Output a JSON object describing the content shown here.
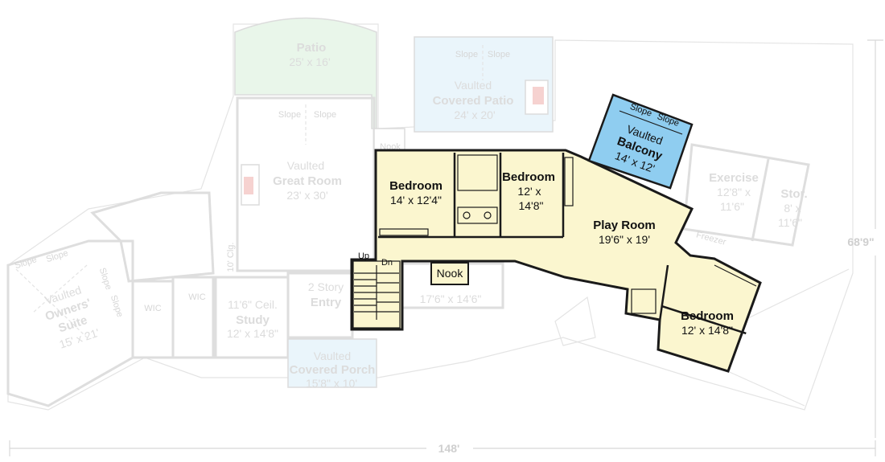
{
  "colors": {
    "upper_floor_fill": "#fbf6cf",
    "balcony_fill": "#8fcdf0",
    "ghost_patio_fill": "#e9f6ea",
    "ghost_covered_fill": "#eaf5fb",
    "wall": "#1a1a1a",
    "ghost_line": "#dddddd"
  },
  "dimensions": {
    "overall_width": "148'",
    "overall_depth": "68'9\""
  },
  "upper_floor": {
    "bedroom_1": {
      "name": "Bedroom",
      "size": "14' x 12'4\""
    },
    "bedroom_2": {
      "name": "Bedroom",
      "size_line1": "12' x",
      "size_line2": "14'8\""
    },
    "bedroom_3": {
      "name": "Bedroom",
      "size": "12' x 14'8\""
    },
    "play_room": {
      "name": "Play Room",
      "size": "19'6\" x 19'"
    },
    "balcony": {
      "line1": "Vaulted",
      "line2": "Balcony",
      "size": "14' x 12'",
      "slope_left": "Slope",
      "slope_right": "Slope"
    },
    "nook": "Nook",
    "stair_up": "Up",
    "stair_down": "Dn",
    "freezer": "Freezer"
  },
  "main_floor": {
    "patio": {
      "name": "Patio",
      "size": "25' x 16'"
    },
    "covered_patio": {
      "line1": "Vaulted",
      "line2": "Covered Patio",
      "size": "24' x 20'",
      "slope_left": "Slope",
      "slope_right": "Slope"
    },
    "nook": "Nook",
    "great_room": {
      "line1": "Vaulted",
      "line2": "Great Room",
      "size": "23' x 30'",
      "slope_left": "Slope",
      "slope_right": "Slope"
    },
    "ceiling_note": "10' Clg.",
    "exercise": {
      "name": "Exercise",
      "size_line1": "12'8\" x",
      "size_line2": "11'6\""
    },
    "storage": {
      "name": "Stor.",
      "size_line1": "8' x",
      "size_line2": "11'6\""
    },
    "owners_suite": {
      "line1": "Vaulted",
      "line2": "Owners'",
      "line3": "Suite",
      "size": "15' x 21'",
      "slope_a": "Slope",
      "slope_b": "Slope",
      "slope_c": "Slope",
      "slope_d": "Slope"
    },
    "wic_1": "WIC",
    "wic_2": "WIC",
    "study": {
      "line1": "11'6\" Ceil.",
      "line2": "Study",
      "size": "12' x 14'8\""
    },
    "entry": {
      "line1": "2 Story",
      "line2": "Entry"
    },
    "dining": {
      "size": "17'6\" x 14'6\""
    },
    "covered_porch": {
      "line1": "Vaulted",
      "line2": "Covered Porch",
      "size": "15'8\" x 10'"
    }
  }
}
